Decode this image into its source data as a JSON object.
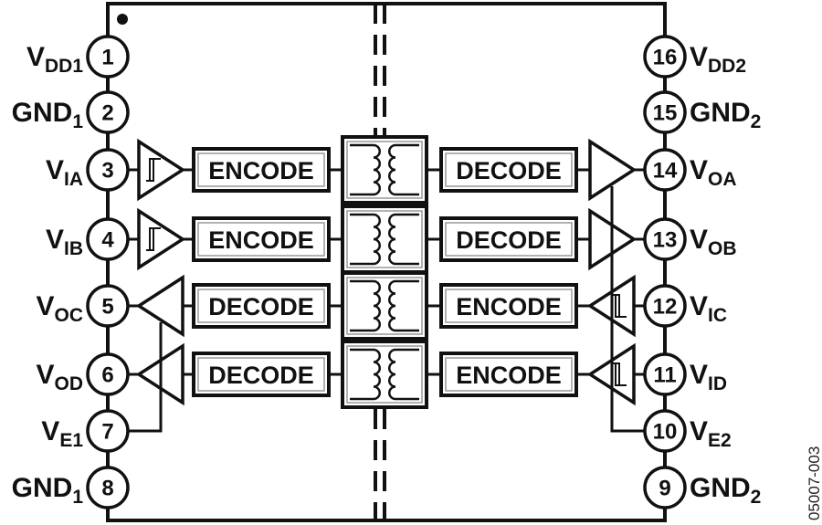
{
  "figure_id": "05007-003",
  "pin1_marker": "dot",
  "left_pins": [
    {
      "number": "1",
      "name": "V",
      "sub": "DD1"
    },
    {
      "number": "2",
      "name": "GND",
      "sub": "1"
    },
    {
      "number": "3",
      "name": "V",
      "sub": "IA"
    },
    {
      "number": "4",
      "name": "V",
      "sub": "IB"
    },
    {
      "number": "5",
      "name": "V",
      "sub": "OC"
    },
    {
      "number": "6",
      "name": "V",
      "sub": "OD"
    },
    {
      "number": "7",
      "name": "V",
      "sub": "E1"
    },
    {
      "number": "8",
      "name": "GND",
      "sub": "1"
    }
  ],
  "right_pins": [
    {
      "number": "16",
      "name": "V",
      "sub": "DD2"
    },
    {
      "number": "15",
      "name": "GND",
      "sub": "2"
    },
    {
      "number": "14",
      "name": "V",
      "sub": "OA"
    },
    {
      "number": "13",
      "name": "V",
      "sub": "OB"
    },
    {
      "number": "12",
      "name": "V",
      "sub": "IC"
    },
    {
      "number": "11",
      "name": "V",
      "sub": "ID"
    },
    {
      "number": "10",
      "name": "V",
      "sub": "E2"
    },
    {
      "number": "9",
      "name": "GND",
      "sub": "2"
    }
  ],
  "channels": [
    {
      "id": "A",
      "direction": "left-to-right",
      "left_block": "ENCODE",
      "right_block": "DECODE",
      "left_buffer": "schmitt-input",
      "right_buffer": "output"
    },
    {
      "id": "B",
      "direction": "left-to-right",
      "left_block": "ENCODE",
      "right_block": "DECODE",
      "left_buffer": "schmitt-input",
      "right_buffer": "output"
    },
    {
      "id": "C",
      "direction": "right-to-left",
      "left_block": "DECODE",
      "right_block": "ENCODE",
      "left_buffer": "output",
      "right_buffer": "schmitt-input"
    },
    {
      "id": "D",
      "direction": "right-to-left",
      "left_block": "DECODE",
      "right_block": "ENCODE",
      "left_buffer": "output",
      "right_buffer": "schmitt-input"
    }
  ]
}
